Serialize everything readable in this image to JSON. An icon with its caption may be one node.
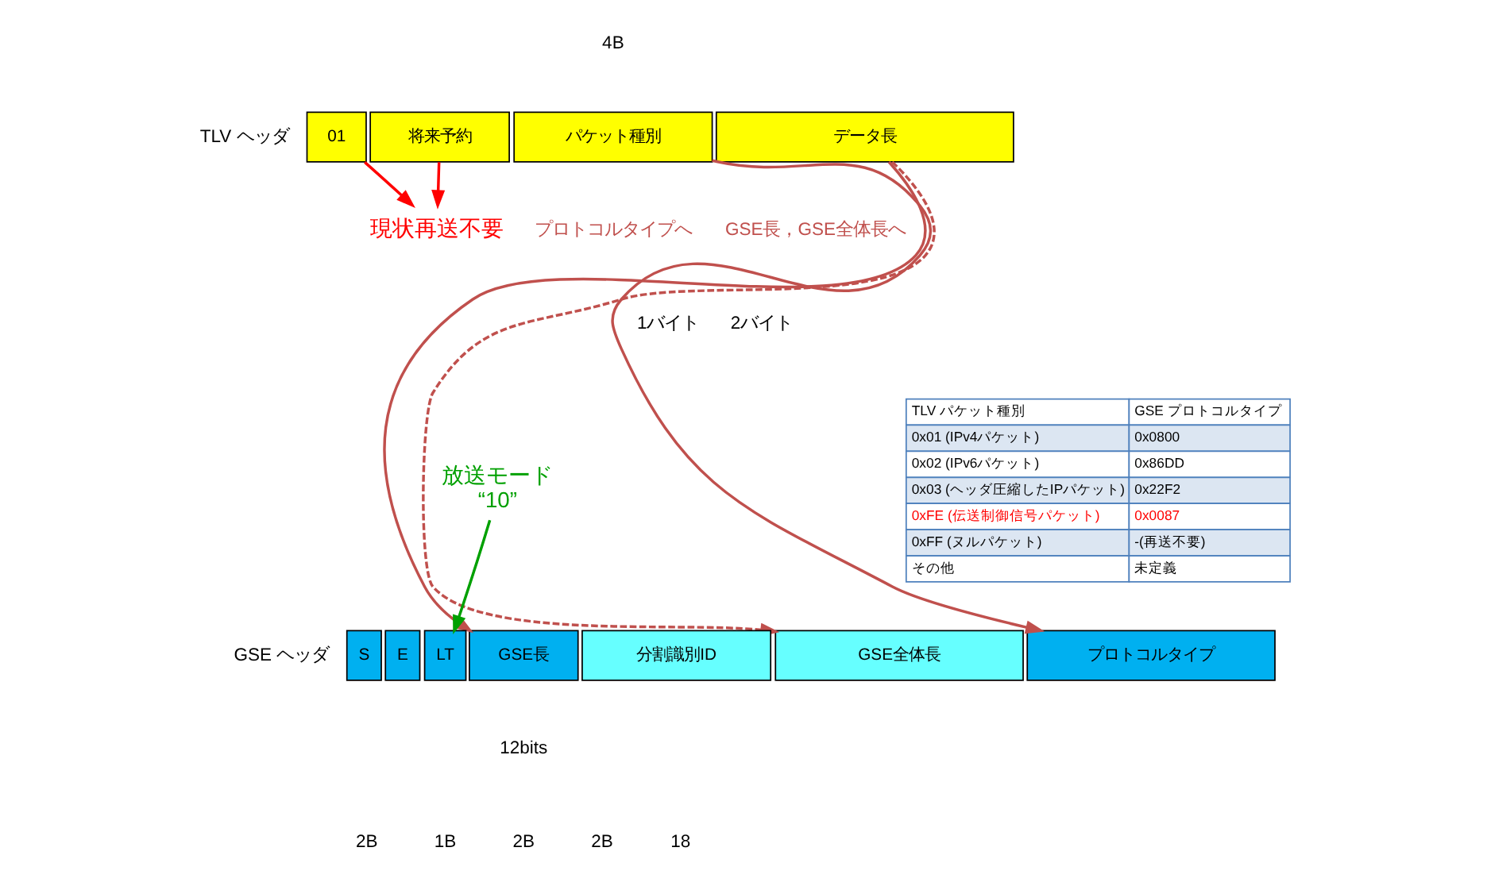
{
  "diagram": {
    "nodes": [
      {
        "text": [
          "01"
        ]
      },
      {
        "text": [
          "将来予約"
        ]
      },
      {
        "text": [
          "パケット種別"
        ]
      },
      {
        "text": [
          "データ長"
        ]
      },
      {
        "text": [
          "現状再送不要"
        ]
      },
      {
        "text": [
          "放送モード",
          "“10”"
        ]
      },
      {
        "text": [
          "S"
        ]
      },
      {
        "text": [
          "E"
        ]
      },
      {
        "text": [
          "LT"
        ]
      },
      {
        "text": [
          "GSE長"
        ]
      },
      {
        "text": [
          "分割識別ID"
        ]
      },
      {
        "text": [
          "GSE全体長"
        ]
      },
      {
        "text": [
          "プロトコルタイプ"
        ]
      }
    ],
    "edges": [
      {
        "from": 0,
        "to": 4,
        "arrow": "to",
        "color": "#ff0000"
      },
      {
        "from": 1,
        "to": 4,
        "arrow": "to",
        "color": "#ff0000"
      },
      {
        "from": 2,
        "to": 12,
        "arrow": "to",
        "color": "#c0504d"
      },
      {
        "from": 3,
        "to": 9,
        "arrow": "to",
        "color": "#c0504d"
      },
      {
        "from": 3,
        "to": 11,
        "arrow": "to",
        "style": "dashed",
        "color": "#c0504d"
      },
      {
        "from": 5,
        "to": 8,
        "arrow": "to",
        "color": "#00a000"
      }
    ],
    "labels": [
      "4B",
      "TLV ヘッダ",
      "プロトコルタイプへ",
      "GSE長，GSE全体長へ",
      "1バイト",
      "2バイト",
      "TLV パケット種別",
      "GSE プロトコルタイプ",
      "0x01 (IPv4パケット)",
      "0x0800",
      "0x02 (IPv6パケット)",
      "0x86DD",
      "0x03 (ヘッダ圧縮したIPパケット)",
      "0x22F2",
      "0xFE (伝送制御信号パケット)",
      "0x0087",
      "0xFF (ヌルパケット)",
      "-(再送不要)",
      "その他",
      "未定義",
      "GSE ヘッダ",
      "12bits",
      "2B",
      "1B",
      "2B",
      "2B",
      "18"
    ]
  }
}
